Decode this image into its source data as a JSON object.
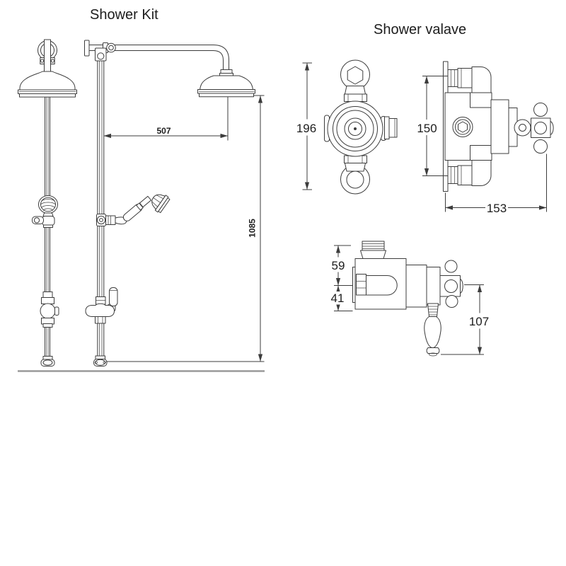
{
  "shower_kit": {
    "title": "Shower Kit",
    "dimensions": {
      "head_offset": "507",
      "riser_height": "1085"
    }
  },
  "shower_valve": {
    "title": "Shower valave",
    "dimensions": {
      "front_height": "196",
      "port_spacing": "150",
      "depth": "153",
      "inlet_to_center": "59",
      "center_to_front": "41",
      "lever_length": "107"
    }
  },
  "colors": {
    "line": "#3c3c3c",
    "ground": "#9a9a9a",
    "text": "#1d1d1d",
    "bg": "#ffffff"
  }
}
